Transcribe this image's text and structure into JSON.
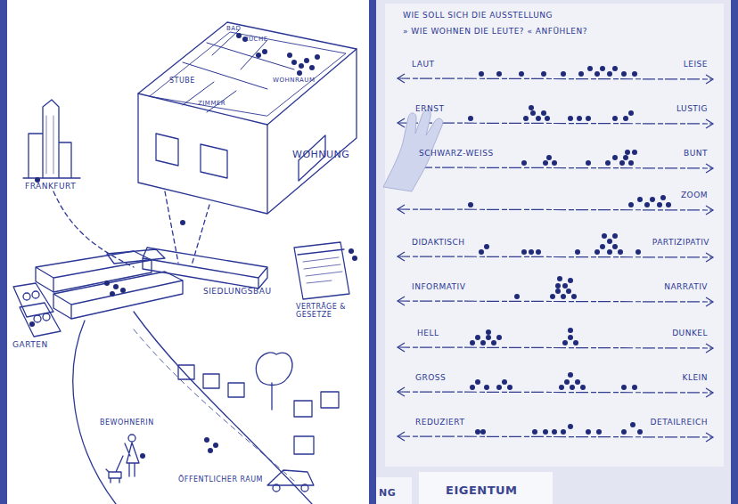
{
  "diagram": {
    "labels": [
      "FRANKFURT",
      "BAD",
      "KÜCHE",
      "WOHNRAUM",
      "STUBE",
      "ZIMMER",
      "WOHNUNG",
      "VERTRÄGE & GESETZE",
      "SIEDLUNGSBAU",
      "GARTEN",
      "BEWOHNERIN",
      "ÖFFENTLICHER RAUM",
      "WIE SOLL SICH DIE AUSSTELLUNG",
      "» WIE WOHNEN DIE LEUTE? « ANFÜHLEN?",
      "LAUT",
      "LEISE",
      "ERNST",
      "LUSTIG",
      "SCHWARZ-WEISS",
      "BUNT",
      "ZOOM",
      "DIDAKTISCH",
      "PARTIZIPATIV",
      "INFORMATIV",
      "NARRATIV",
      "HELL",
      "DUNKEL",
      "GROSS",
      "KLEIN",
      "REDUZIERT",
      "DETAILREICH",
      "EIGENTUM",
      "NG"
    ]
  }
}
